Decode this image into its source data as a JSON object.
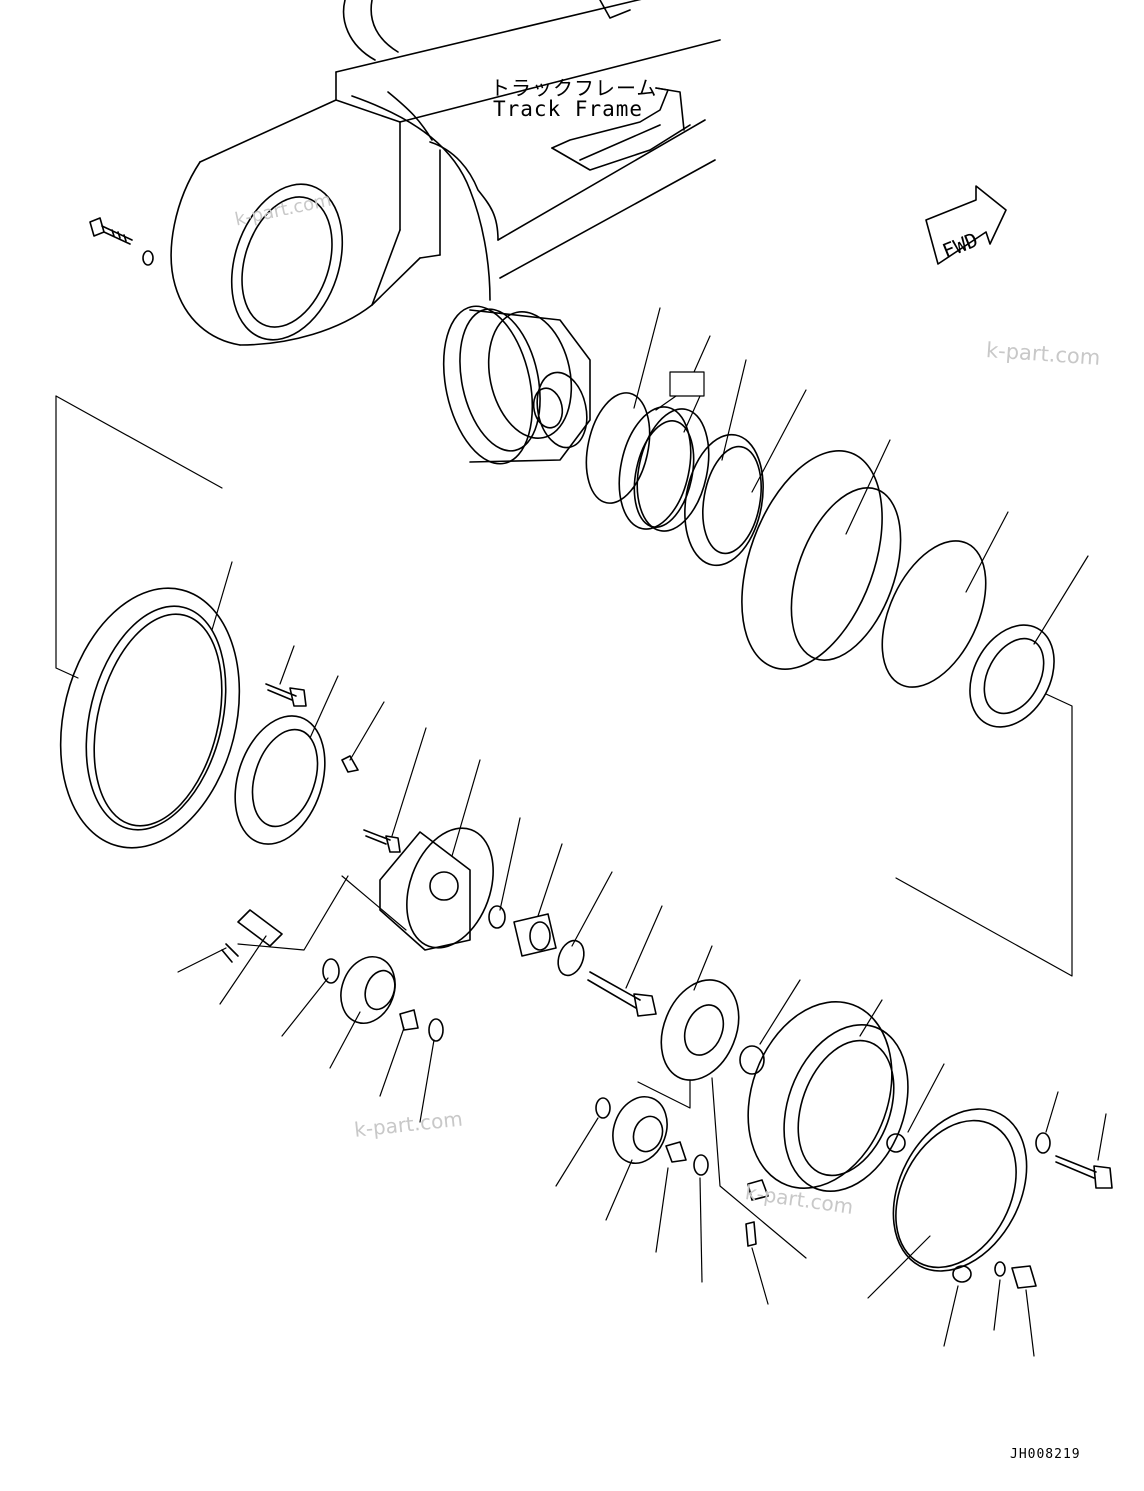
{
  "diagram": {
    "frame_label_jp": "トラックフレーム",
    "frame_label_en": "Track Frame",
    "direction_label": "FWD",
    "drawing_code": "JH008219",
    "watermarks": [
      "k-part.com",
      "k-part.com",
      "k-part.com",
      "k-part.com"
    ]
  }
}
